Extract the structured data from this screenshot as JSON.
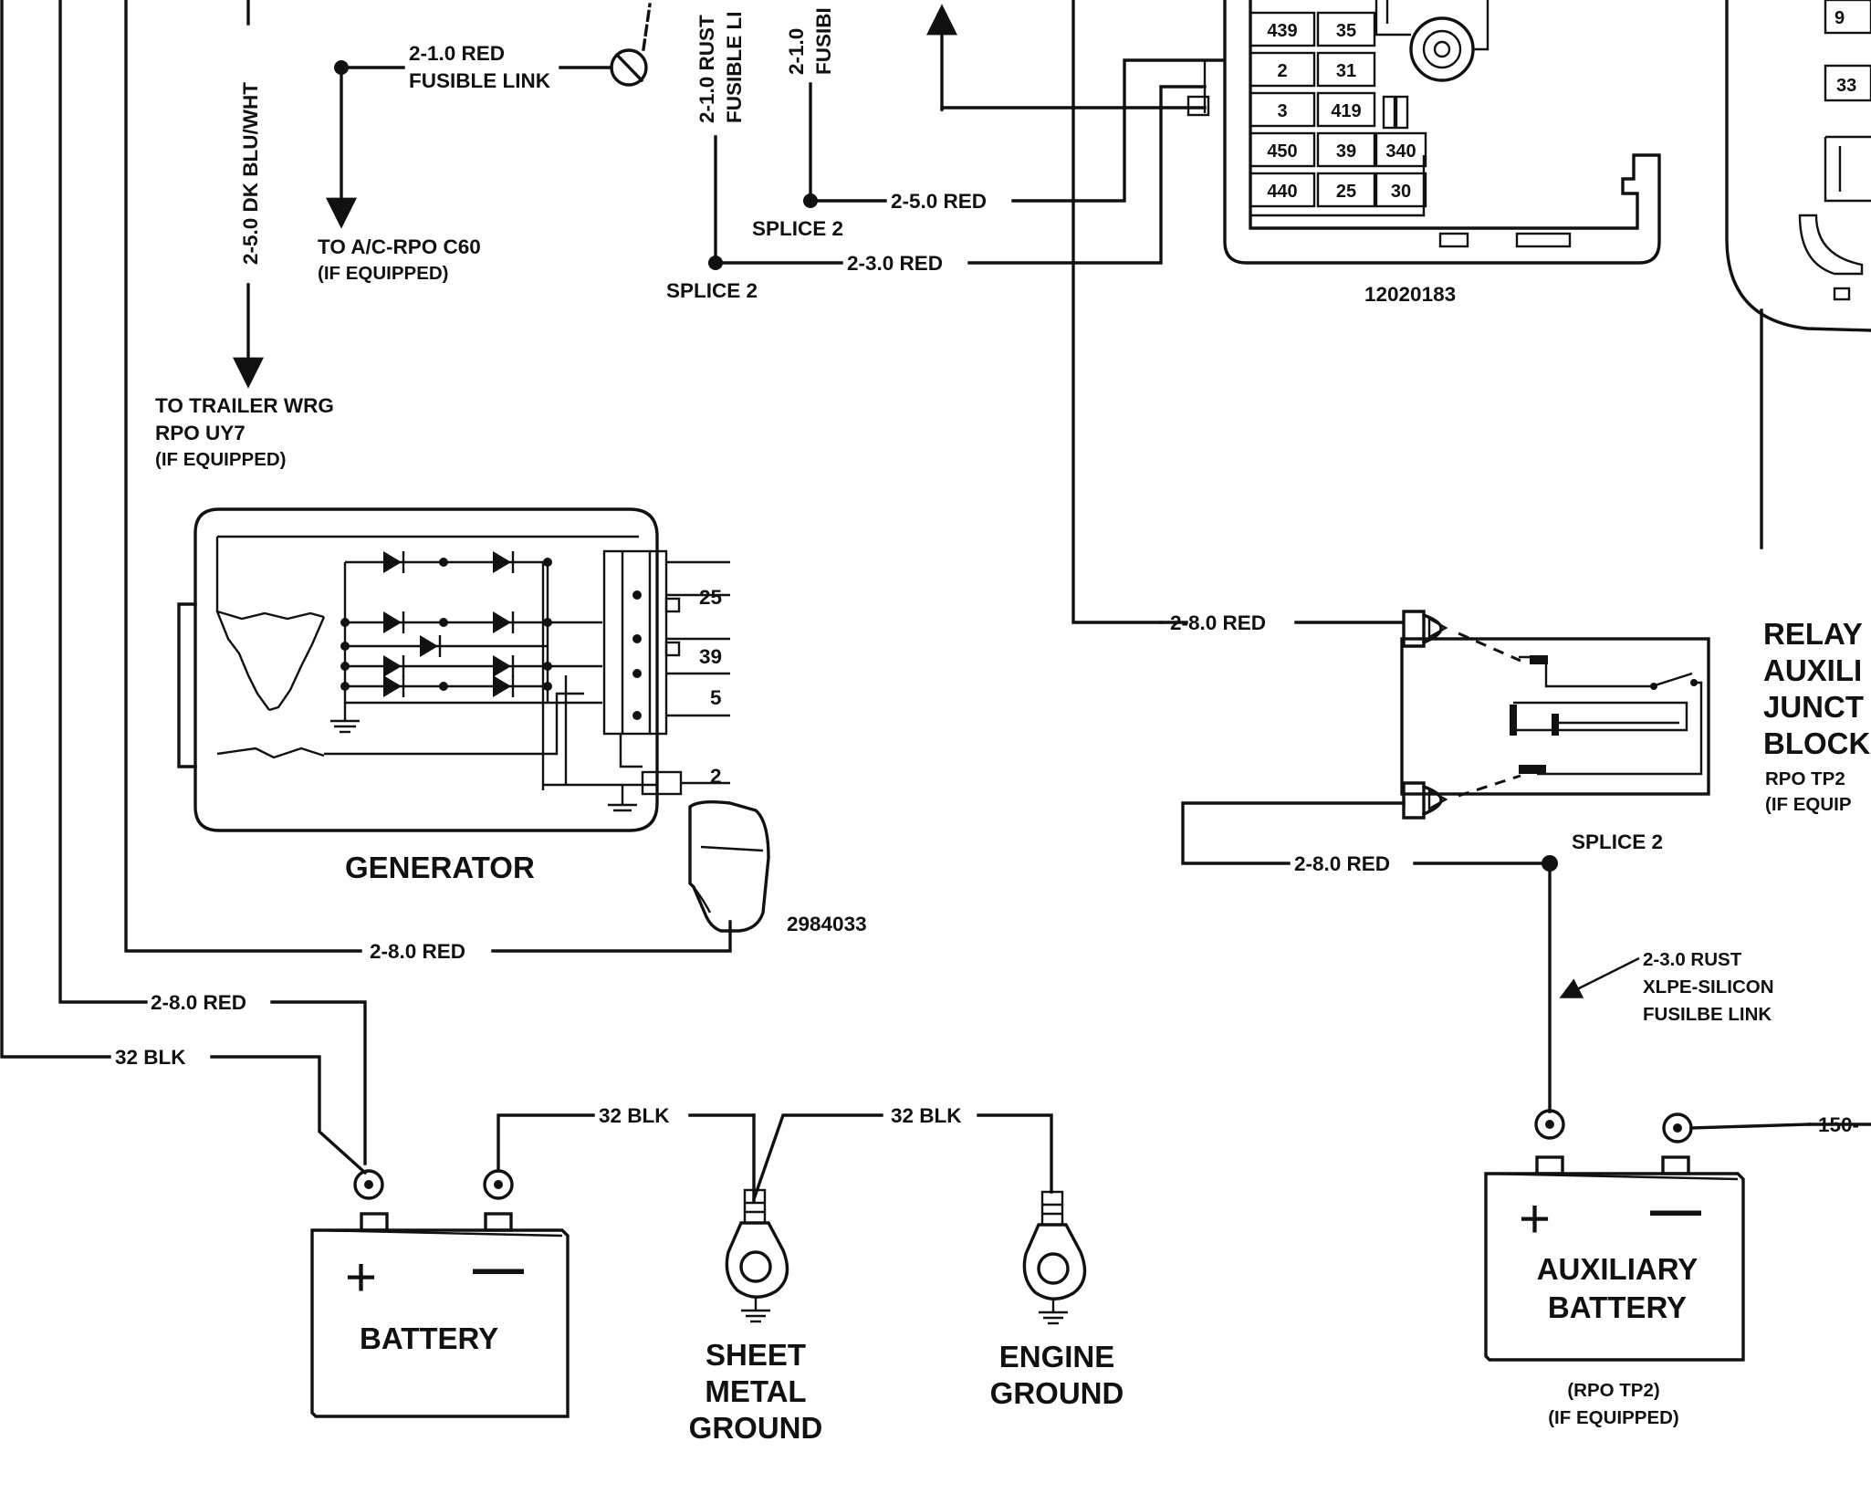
{
  "wires": {
    "red_fusible_1": "2-1.0 RED",
    "fusible_link": "FUSIBLE LINK",
    "dk_blu_wht": "2-5.0 DK BLU/WHT",
    "rust_fusible_1": "2-1.0 RUST",
    "fusible_short": "FUSIBLE LI",
    "red_fusible_2": "2-1.0",
    "fusible_short_2": "FUSIBI",
    "red_5": "2-5.0 RED",
    "red_3": "2-3.0 RED",
    "red_8_relay": "2-8.0 RED",
    "red_8_aux": "2-8.0 RED",
    "red_8_gen": "2-8.0 RED",
    "red_8_batt": "2-8.0 RED",
    "blk_32_a": "32 BLK",
    "blk_32_b": "32 BLK",
    "blk_32_c": "32 BLK",
    "rust_3": "2-3.0 RUST",
    "xlpe": "XLPE-SILICON",
    "fusible_link_2": "FUSILBE LINK",
    "wire_150": "150-"
  },
  "splices": {
    "splice_a": "SPLICE 2",
    "splice_b": "SPLICE 2",
    "splice_c": "SPLICE 2"
  },
  "destinations": {
    "ac_line1": "TO A/C-RPO C60",
    "ac_line2": "(IF EQUIPPED)",
    "trailer_line1": "TO TRAILER WRG",
    "trailer_line2": "RPO UY7",
    "trailer_line3": "(IF EQUIPPED)"
  },
  "fuse_block": {
    "part_number": "12020183",
    "rows": [
      [
        "439",
        "35"
      ],
      [
        "2",
        "31"
      ],
      [
        "3",
        "419"
      ],
      [
        "450",
        "39",
        "340"
      ],
      [
        "440",
        "25",
        "30"
      ]
    ]
  },
  "right_block": {
    "cell_a": "9",
    "cell_b": "33"
  },
  "generator": {
    "label": "GENERATOR",
    "connector_part": "2984033",
    "terminals": [
      "25",
      "39",
      "5",
      "2"
    ]
  },
  "relay": {
    "line1": "RELAY",
    "line2": "AUXILI",
    "line3": "JUNCT",
    "line4": "BLOCK",
    "line5": "RPO TP2",
    "line6": "(IF EQUIP"
  },
  "battery": {
    "label": "BATTERY",
    "plus": "+",
    "minus": "—"
  },
  "sheet_metal_ground": {
    "line1": "SHEET",
    "line2": "METAL",
    "line3": "GROUND"
  },
  "engine_ground": {
    "line1": "ENGINE",
    "line2": "GROUND"
  },
  "aux_battery": {
    "line1": "AUXILIARY",
    "line2": "BATTERY",
    "plus": "+",
    "minus": "—",
    "note1": "(RPO TP2)",
    "note2": "(IF EQUIPPED)"
  }
}
